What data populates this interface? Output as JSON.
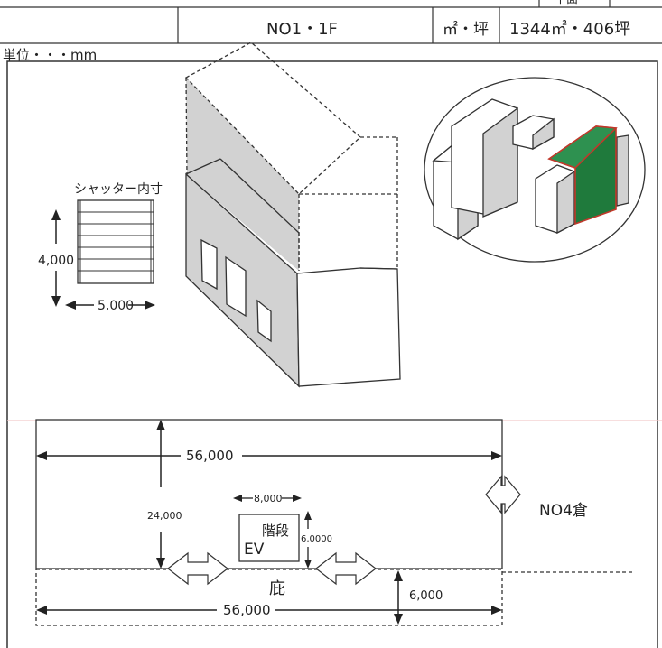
{
  "header": {
    "floor_label": "NO1・1F",
    "area_unit_label": "㎡・坪",
    "area_value": "1344㎡・406坪",
    "top_right_stub": "平面"
  },
  "unit_label": "単位・・・mm",
  "shutter": {
    "title": "シャッター内寸",
    "height_label": "4,000",
    "width_label": "5,000"
  },
  "plan": {
    "width_label_top": "56,000",
    "depth_label": "24,000",
    "stair_width_label": "8,000",
    "stair_depth_label": "6,0000",
    "stair_label": "階段",
    "ev_label": "EV",
    "canopy_label": "庇",
    "canopy_depth_label": "6,000",
    "width_label_bottom": "56,000",
    "adjacent_label": "NO4倉"
  },
  "colors": {
    "highlight_building": "#1f7a3c",
    "highlight_outline": "#c0392b",
    "wall_shade": "#d2d2d2",
    "guide_line": "#f2c9c9"
  }
}
